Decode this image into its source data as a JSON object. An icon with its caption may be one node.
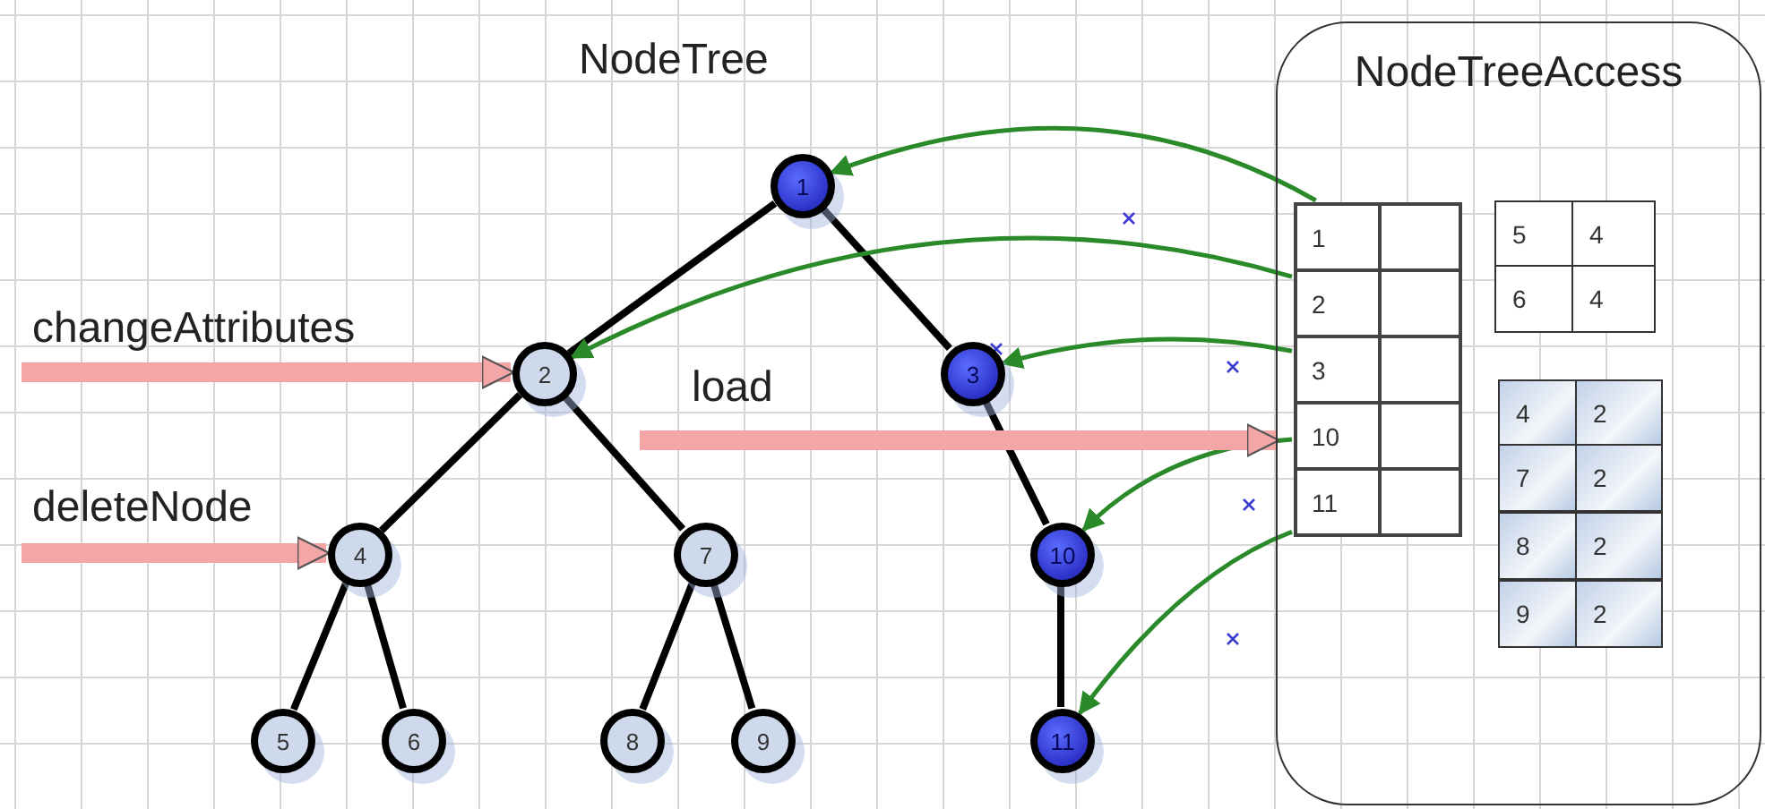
{
  "diagram": {
    "title": "NodeTree",
    "nodes": [
      {
        "text": [
          "1"
        ]
      },
      {
        "text": [
          "2"
        ]
      },
      {
        "text": [
          "3"
        ]
      },
      {
        "text": [
          "4"
        ]
      },
      {
        "text": [
          "7"
        ]
      },
      {
        "text": [
          "10"
        ]
      },
      {
        "text": [
          "5"
        ]
      },
      {
        "text": [
          "6"
        ]
      },
      {
        "text": [
          "8"
        ]
      },
      {
        "text": [
          "9"
        ]
      },
      {
        "text": [
          "11"
        ]
      },
      {
        "text": [
          "NodeTreeAccess"
        ]
      },
      {
        "text": [
          "1"
        ],
        "in": 11
      },
      {
        "text": [
          "2"
        ],
        "in": 11
      },
      {
        "text": [
          "3"
        ],
        "in": 11
      },
      {
        "text": [
          "10"
        ],
        "in": 11
      },
      {
        "text": [
          "11"
        ],
        "in": 11
      }
    ],
    "edges": [
      {
        "from": 0,
        "to": 1,
        "arrow": "none"
      },
      {
        "from": 0,
        "to": 2,
        "arrow": "none"
      },
      {
        "from": 1,
        "to": 3,
        "arrow": "none"
      },
      {
        "from": 1,
        "to": 4,
        "arrow": "none"
      },
      {
        "from": 3,
        "to": 6,
        "arrow": "none"
      },
      {
        "from": 3,
        "to": 7,
        "arrow": "none"
      },
      {
        "from": 4,
        "to": 8,
        "arrow": "none"
      },
      {
        "from": 4,
        "to": 9,
        "arrow": "none"
      },
      {
        "from": 2,
        "to": 5,
        "arrow": "none"
      },
      {
        "from": 5,
        "to": 10,
        "arrow": "none"
      },
      {
        "from": 12,
        "to": 0,
        "arrow": "to",
        "color": "#2a8a2a"
      },
      {
        "from": 13,
        "to": 1,
        "arrow": "to",
        "color": "#2a8a2a"
      },
      {
        "from": 14,
        "to": 2,
        "arrow": "to",
        "color": "#2a8a2a"
      },
      {
        "from": 15,
        "to": 5,
        "arrow": "to",
        "color": "#2a8a2a"
      },
      {
        "from": 16,
        "to": 10,
        "arrow": "to",
        "color": "#2a8a2a"
      },
      {
        "from": null,
        "to": 1,
        "arrow": "to",
        "label": "changeAttributes",
        "style": "thick",
        "color": "#f4a6a6"
      },
      {
        "from": null,
        "to": 3,
        "arrow": "to",
        "label": "deleteNode",
        "style": "thick",
        "color": "#f4a6a6"
      },
      {
        "from": null,
        "to": 11,
        "arrow": "to",
        "label": "load",
        "style": "thick",
        "color": "#f4a6a6"
      }
    ],
    "labels": [
      "5",
      "4",
      "6",
      "4",
      "4",
      "2",
      "7",
      "2",
      "8",
      "2",
      "9",
      "2"
    ]
  }
}
